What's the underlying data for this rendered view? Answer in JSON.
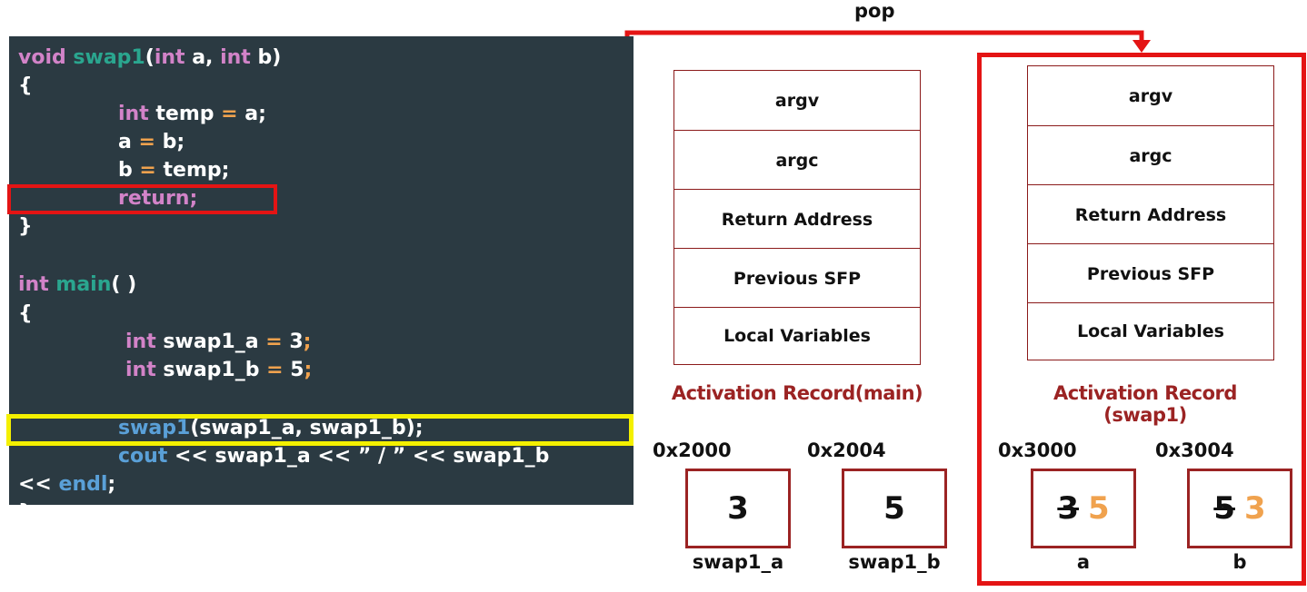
{
  "pop_label": "pop",
  "code": {
    "l1": {
      "void": "void",
      "fn": "swap1",
      "open": "(",
      "int1": "int",
      "a": " a, ",
      "int2": "int",
      "b": " b)"
    },
    "l2": "{",
    "l3": {
      "int": "int",
      "temp": " temp ",
      "eq": "=",
      "rest": " a;"
    },
    "l4": {
      "a": "a ",
      "eq": "=",
      "rest": " b;"
    },
    "l5": {
      "b": "b ",
      "eq": "=",
      "rest": " temp;"
    },
    "l6": "return;",
    "l7": "}",
    "l8": {
      "int": "int",
      "fn": " main",
      "rest": "( )"
    },
    "l9": "{",
    "l10": {
      "int": "int",
      "name": " swap1_a ",
      "eq": "=",
      "val": " 3",
      "semi": ";"
    },
    "l11": {
      "int": "int",
      "name": " swap1_b ",
      "eq": "=",
      "val": " 5",
      "semi": ";"
    },
    "l12": {
      "fn": "swap1",
      "rest": "(swap1_a, swap1_b);"
    },
    "l13": {
      "cout": "cout",
      "op1": " << ",
      "a": "swap1_a",
      "op2": " << ",
      "str": "” / ”",
      "op3": " << ",
      "b": "swap1_b"
    },
    "l14": {
      "op": "<< ",
      "endl": "endl",
      "semi": ";"
    },
    "l15": "}"
  },
  "main_stack": {
    "cells": [
      "argv",
      "argc",
      "Return Address",
      "Previous SFP",
      "Local Variables"
    ],
    "label": "Activation Record(main)"
  },
  "swap1_stack": {
    "cells": [
      "argv",
      "argc",
      "Return Address",
      "Previous SFP",
      "Local Variables"
    ],
    "label": "Activation Record (swap1)"
  },
  "memory": {
    "main_a": {
      "addr": "0x2000",
      "value": "3",
      "name": "swap1_a"
    },
    "main_b": {
      "addr": "0x2004",
      "value": "5",
      "name": "swap1_b"
    },
    "swap_a": {
      "addr": "0x3000",
      "old": "3",
      "new": "5",
      "name": "a"
    },
    "swap_b": {
      "addr": "0x3004",
      "old": "5",
      "new": "3",
      "name": "b"
    }
  },
  "colors": {
    "highlight_return": "#e41414",
    "highlight_call": "#f4f000",
    "new_value": "#f0a24e",
    "record_border": "#9b2323"
  }
}
